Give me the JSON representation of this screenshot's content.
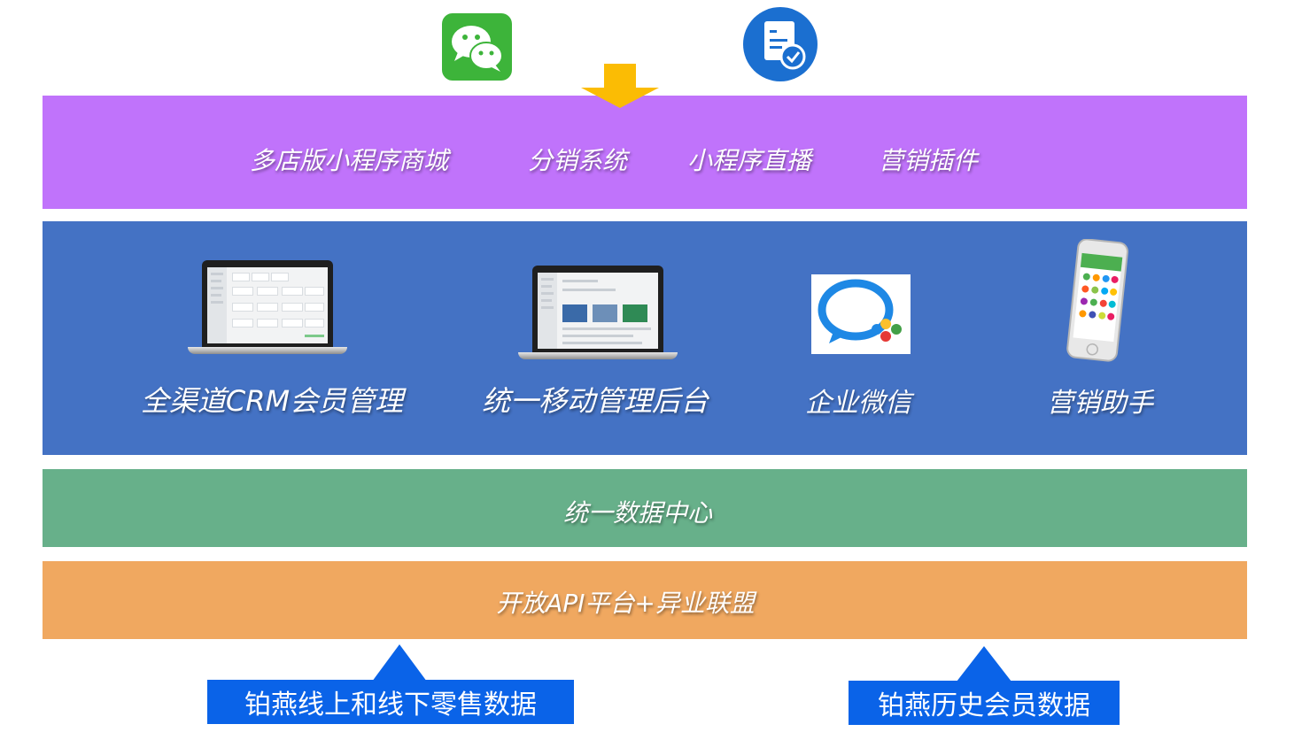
{
  "top_layer": {
    "items": [
      "多店版小程序商城",
      "分销系统",
      "小程序直播",
      "营销插件"
    ]
  },
  "middle_layer": {
    "items": [
      "全渠道CRM会员管理",
      "统一移动管理后台",
      "企业微信",
      "营销助手"
    ]
  },
  "data_center_layer": {
    "label": "统一数据中心"
  },
  "api_layer": {
    "label": "开放API平台+异业联盟"
  },
  "sources": {
    "left": "铂燕线上和线下零售数据",
    "right": "铂燕历史会员数据"
  },
  "icons": {
    "top": [
      "wechat-icon",
      "document-check-icon"
    ],
    "middle": [
      "laptop-crm-icon",
      "laptop-admin-icon",
      "wecom-icon",
      "phone-app-icon"
    ],
    "arrows": [
      "down-arrow-icon",
      "up-arrow-icon",
      "up-arrow-icon"
    ]
  },
  "colors": {
    "top_layer": "#c073fb",
    "middle_layer": "#4472c4",
    "data_center_layer": "#67b08a",
    "api_layer": "#f0a860",
    "source_box": "#0a63e8",
    "arrow_down": "#fbbc04"
  }
}
